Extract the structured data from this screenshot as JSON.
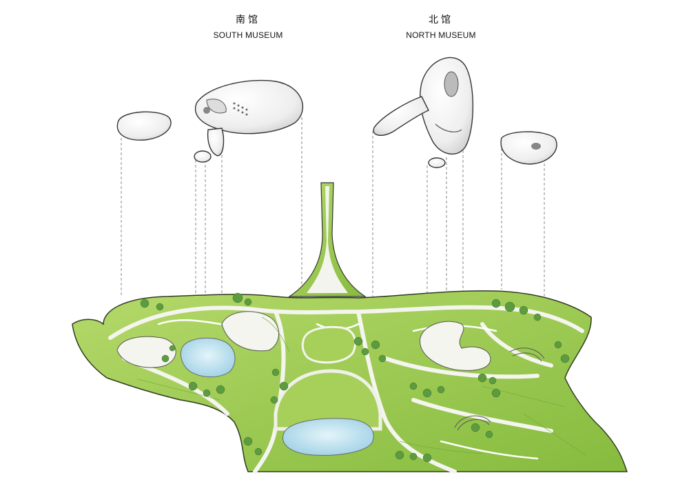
{
  "labels": {
    "south": {
      "cn": "南馆",
      "en": "SOUTH MUSEUM"
    },
    "north": {
      "cn": "北馆",
      "en": "NORTH MUSEUM"
    }
  },
  "colors": {
    "grass": "#9bc94a",
    "grass_dark": "#6fa83a",
    "path": "#f2f2ec",
    "water": "#bfe3f0",
    "building": "#f4f4f4",
    "tree": "#5d9b3f",
    "leader": "#888888"
  }
}
